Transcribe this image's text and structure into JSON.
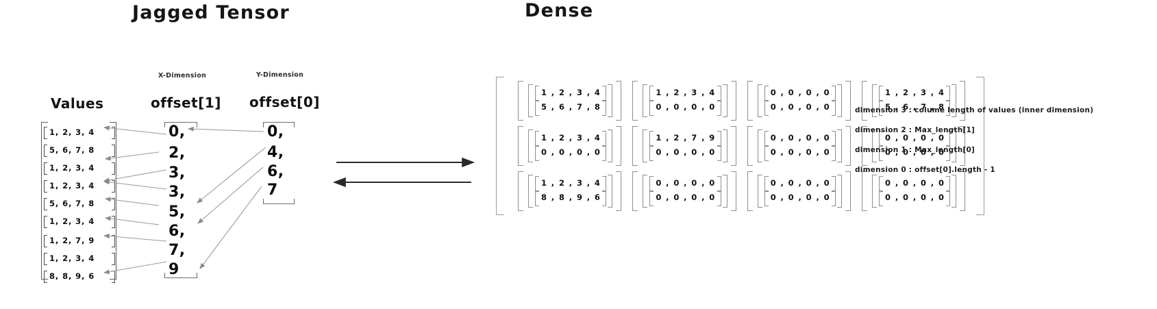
{
  "titles": {
    "jagged": "Jagged Tensor",
    "dense": "Dense"
  },
  "captions": {
    "values": "Values",
    "offset1": "offset[1]",
    "offset0": "offset[0]",
    "x_dimension": "X-Dimension",
    "y_dimension": "Y-Dimension"
  },
  "values": [
    "1, 2, 3, 4",
    "5, 6, 7, 8",
    "1, 2, 3, 4",
    "1, 2, 3, 4",
    "5, 6, 7, 8",
    "1, 2, 3, 4",
    "1, 2, 7, 9",
    "1, 2, 3, 4",
    "8, 8, 9, 6"
  ],
  "offset1": [
    "0,",
    "2,",
    "3,",
    "3,",
    "5,",
    "6,",
    "7,",
    "9"
  ],
  "offset0": [
    "0,",
    "4,",
    "6,",
    "7"
  ],
  "dense": {
    "rows": [
      [
        {
          "a": "1 , 2 , 3 , 4",
          "b": "5 , 6 , 7 , 8"
        },
        {
          "a": "1 , 2 , 3 , 4",
          "b": "0 , 0 , 0 , 0"
        },
        {
          "a": "0 , 0 , 0 , 0",
          "b": "0 , 0 , 0 , 0"
        },
        {
          "a": "1 , 2 , 3 , 4",
          "b": "5 , 6 , 7 , 8"
        }
      ],
      [
        {
          "a": "1 , 2 , 3 , 4",
          "b": "0 , 0 , 0 , 0"
        },
        {
          "a": "1 , 2 , 7 , 9",
          "b": "0 , 0 , 0 , 0"
        },
        {
          "a": "0 , 0 , 0 , 0",
          "b": "0 , 0 , 0 , 0"
        },
        {
          "a": "0 , 0 , 0 , 0",
          "b": "0 , 0 , 0 , 0"
        }
      ],
      [
        {
          "a": "1 , 2 , 3 , 4",
          "b": "8 , 8 , 9 , 6"
        },
        {
          "a": "0 , 0 , 0 , 0",
          "b": "0 , 0 , 0 , 0"
        },
        {
          "a": "0 , 0 , 0 , 0",
          "b": "0 , 0 , 0 , 0"
        },
        {
          "a": "0 , 0 , 0 , 0",
          "b": "0 , 0 , 0 , 0"
        }
      ]
    ]
  },
  "legend": [
    "dimension 3 : colume length of values (inner dimension)",
    "dimension 2 : Max_length[1]",
    "dimension 1  : Max_length[0]",
    "dimension 0 : offset[0].length - 1"
  ],
  "colors": {
    "ink": "#111111",
    "line": "#8d8d8d",
    "background": "#ffffff"
  }
}
